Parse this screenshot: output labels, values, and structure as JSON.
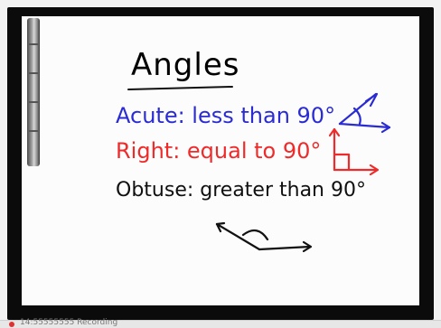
{
  "whiteboard": {
    "title": "Angles",
    "acute": {
      "text": "Acute: less than 90°",
      "color": "#2a2bd3"
    },
    "right": {
      "text": "Right: equal to 90°",
      "color": "#ee2a2a"
    },
    "obtuse": {
      "text": "Obtuse: greater than 90°",
      "color": "#101010"
    }
  },
  "icons": {
    "acute": "acute-angle-icon",
    "right": "right-angle-icon",
    "obtuse": "obtuse-angle-icon"
  },
  "status_bar": {
    "text": "14:55555555 Recording",
    "indicator_color": "#d33"
  }
}
